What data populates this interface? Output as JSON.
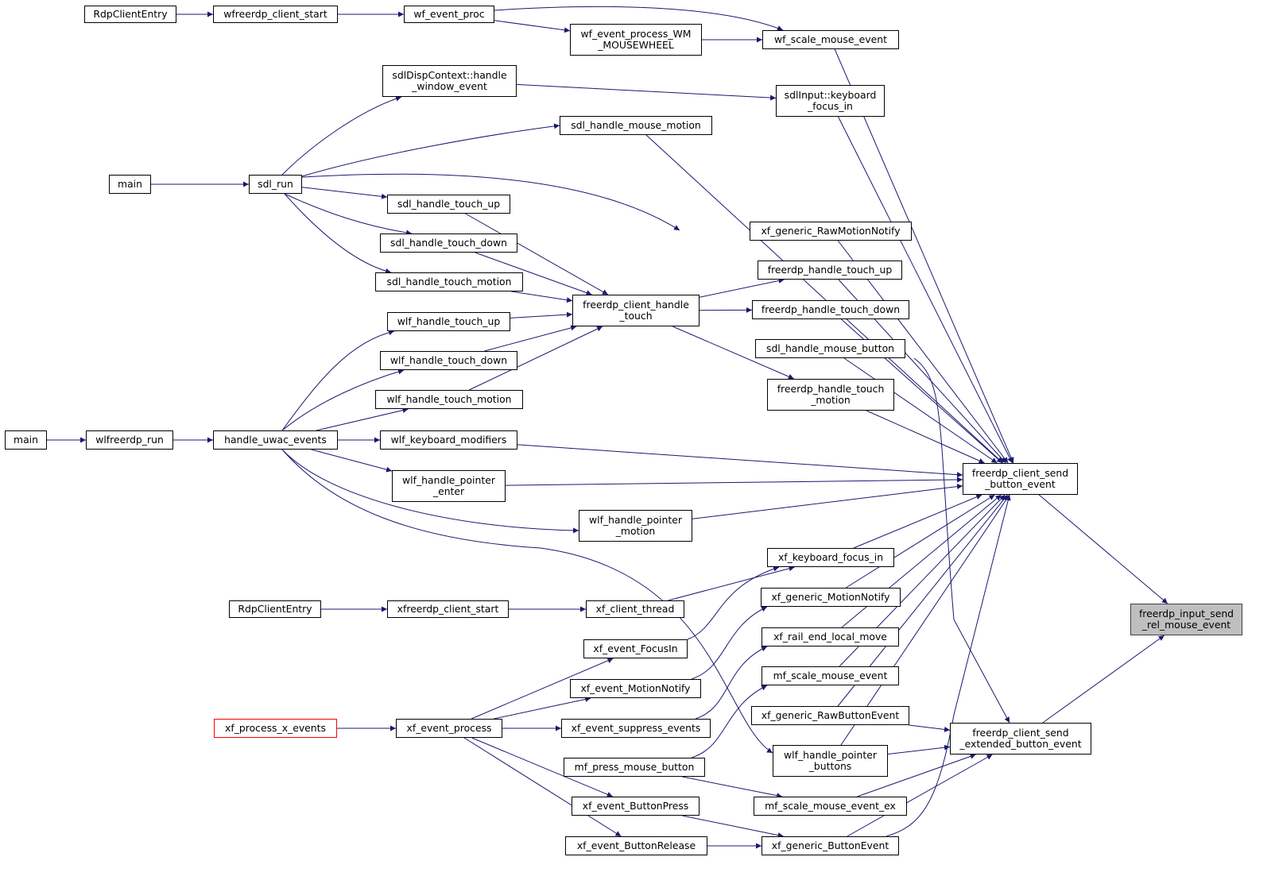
{
  "diagram": {
    "nodes": [
      {
        "id": "target",
        "lines": [
          "freerdp_input_send",
          "_rel_mouse_event"
        ],
        "style": "target"
      },
      {
        "id": "send_button",
        "lines": [
          "freerdp_client_send",
          "_button_event"
        ]
      },
      {
        "id": "send_ext",
        "lines": [
          "freerdp_client_send",
          "_extended_button_event"
        ]
      },
      {
        "id": "rdp_entry1",
        "lines": [
          "RdpClientEntry"
        ]
      },
      {
        "id": "wfreerdp_start",
        "lines": [
          "wfreerdp_client_start"
        ]
      },
      {
        "id": "wf_event_proc",
        "lines": [
          "wf_event_proc"
        ]
      },
      {
        "id": "wf_wheel",
        "lines": [
          "wf_event_process_WM",
          "_MOUSEWHEEL"
        ]
      },
      {
        "id": "wf_scale",
        "lines": [
          "wf_scale_mouse_event"
        ]
      },
      {
        "id": "sdl_disp",
        "lines": [
          "sdlDispContext::handle",
          "_window_event"
        ]
      },
      {
        "id": "sdl_kbd",
        "lines": [
          "sdlInput::keyboard",
          "_focus_in"
        ]
      },
      {
        "id": "sdl_motion",
        "lines": [
          "sdl_handle_mouse_motion"
        ]
      },
      {
        "id": "main1",
        "lines": [
          "main"
        ]
      },
      {
        "id": "sdl_run",
        "lines": [
          "sdl_run"
        ]
      },
      {
        "id": "sdl_touch_up",
        "lines": [
          "sdl_handle_touch_up"
        ]
      },
      {
        "id": "sdl_touch_down",
        "lines": [
          "sdl_handle_touch_down"
        ]
      },
      {
        "id": "sdl_touch_motion",
        "lines": [
          "sdl_handle_touch_motion"
        ]
      },
      {
        "id": "fc_handle_touch",
        "lines": [
          "freerdp_client_handle",
          "_touch"
        ]
      },
      {
        "id": "wlf_touch_up",
        "lines": [
          "wlf_handle_touch_up"
        ]
      },
      {
        "id": "wlf_touch_down",
        "lines": [
          "wlf_handle_touch_down"
        ]
      },
      {
        "id": "wlf_touch_motion",
        "lines": [
          "wlf_handle_touch_motion"
        ]
      },
      {
        "id": "xf_raw_motion",
        "lines": [
          "xf_generic_RawMotionNotify"
        ]
      },
      {
        "id": "fh_touch_up",
        "lines": [
          "freerdp_handle_touch_up"
        ]
      },
      {
        "id": "fh_touch_down",
        "lines": [
          "freerdp_handle_touch_down"
        ]
      },
      {
        "id": "sdl_mouse_button",
        "lines": [
          "sdl_handle_mouse_button"
        ]
      },
      {
        "id": "fh_touch_motion",
        "lines": [
          "freerdp_handle_touch",
          "_motion"
        ]
      },
      {
        "id": "main2",
        "lines": [
          "main"
        ]
      },
      {
        "id": "wlfreerdp_run",
        "lines": [
          "wlfreerdp_run"
        ]
      },
      {
        "id": "handle_uwac",
        "lines": [
          "handle_uwac_events"
        ]
      },
      {
        "id": "wlf_kbd_mod",
        "lines": [
          "wlf_keyboard_modifiers"
        ]
      },
      {
        "id": "wlf_ptr_enter",
        "lines": [
          "wlf_handle_pointer",
          "_enter"
        ]
      },
      {
        "id": "wlf_ptr_motion",
        "lines": [
          "wlf_handle_pointer",
          "_motion"
        ]
      },
      {
        "id": "xf_kbd_focus",
        "lines": [
          "xf_keyboard_focus_in"
        ]
      },
      {
        "id": "xf_gen_motion",
        "lines": [
          "xf_generic_MotionNotify"
        ]
      },
      {
        "id": "rdp_entry2",
        "lines": [
          "RdpClientEntry"
        ]
      },
      {
        "id": "xfreerdp_start",
        "lines": [
          "xfreerdp_client_start"
        ]
      },
      {
        "id": "xf_client_thread",
        "lines": [
          "xf_client_thread"
        ]
      },
      {
        "id": "xf_rail_move",
        "lines": [
          "xf_rail_end_local_move"
        ]
      },
      {
        "id": "xf_focusin",
        "lines": [
          "xf_event_FocusIn"
        ]
      },
      {
        "id": "mf_scale",
        "lines": [
          "mf_scale_mouse_event"
        ]
      },
      {
        "id": "xf_motion_notify",
        "lines": [
          "xf_event_MotionNotify"
        ]
      },
      {
        "id": "xf_raw_button",
        "lines": [
          "xf_generic_RawButtonEvent"
        ]
      },
      {
        "id": "xf_process_x",
        "lines": [
          "xf_process_x_events"
        ],
        "style": "incomplete"
      },
      {
        "id": "xf_event_process",
        "lines": [
          "xf_event_process"
        ]
      },
      {
        "id": "xf_suppress",
        "lines": [
          "xf_event_suppress_events"
        ]
      },
      {
        "id": "wlf_ptr_buttons",
        "lines": [
          "wlf_handle_pointer",
          "_buttons"
        ]
      },
      {
        "id": "mf_press",
        "lines": [
          "mf_press_mouse_button"
        ]
      },
      {
        "id": "xf_btn_press",
        "lines": [
          "xf_event_ButtonPress"
        ]
      },
      {
        "id": "mf_scale_ex",
        "lines": [
          "mf_scale_mouse_event_ex"
        ]
      },
      {
        "id": "xf_btn_release",
        "lines": [
          "xf_event_ButtonRelease"
        ]
      },
      {
        "id": "xf_gen_button",
        "lines": [
          "xf_generic_ButtonEvent"
        ]
      }
    ],
    "edges": [
      [
        "rdp_entry1",
        "wfreerdp_start"
      ],
      [
        "wfreerdp_start",
        "wf_event_proc"
      ],
      [
        "wf_event_proc",
        "wf_wheel"
      ],
      [
        "wf_event_proc",
        "wf_scale"
      ],
      [
        "wf_wheel",
        "wf_scale"
      ],
      [
        "wf_scale",
        "send_button"
      ],
      [
        "sdl_disp",
        "sdl_kbd"
      ],
      [
        "sdl_kbd",
        "send_button"
      ],
      [
        "sdl_motion",
        "send_button"
      ],
      [
        "main1",
        "sdl_run"
      ],
      [
        "sdl_run",
        "sdl_disp"
      ],
      [
        "sdl_run",
        "sdl_motion"
      ],
      [
        "sdl_run",
        "sdl_touch_up"
      ],
      [
        "sdl_run",
        "sdl_touch_down"
      ],
      [
        "sdl_run",
        "sdl_touch_motion"
      ],
      [
        "sdl_run",
        "sdl_mouse_button"
      ],
      [
        "sdl_touch_up",
        "fc_handle_touch"
      ],
      [
        "sdl_touch_down",
        "fc_handle_touch"
      ],
      [
        "sdl_touch_motion",
        "fc_handle_touch"
      ],
      [
        "wlf_touch_up",
        "fc_handle_touch"
      ],
      [
        "wlf_touch_down",
        "fc_handle_touch"
      ],
      [
        "wlf_touch_motion",
        "fc_handle_touch"
      ],
      [
        "fc_handle_touch",
        "fh_touch_up"
      ],
      [
        "fc_handle_touch",
        "fh_touch_down"
      ],
      [
        "fc_handle_touch",
        "fh_touch_motion"
      ],
      [
        "xf_raw_motion",
        "send_button"
      ],
      [
        "fh_touch_up",
        "send_button"
      ],
      [
        "fh_touch_down",
        "send_button"
      ],
      [
        "sdl_mouse_button",
        "send_button"
      ],
      [
        "sdl_mouse_button",
        "send_ext"
      ],
      [
        "fh_touch_motion",
        "send_button"
      ],
      [
        "main2",
        "wlfreerdp_run"
      ],
      [
        "wlfreerdp_run",
        "handle_uwac"
      ],
      [
        "handle_uwac",
        "wlf_touch_up"
      ],
      [
        "handle_uwac",
        "wlf_touch_down"
      ],
      [
        "handle_uwac",
        "wlf_touch_motion"
      ],
      [
        "handle_uwac",
        "wlf_kbd_mod"
      ],
      [
        "handle_uwac",
        "wlf_ptr_enter"
      ],
      [
        "handle_uwac",
        "wlf_ptr_motion"
      ],
      [
        "handle_uwac",
        "wlf_ptr_buttons"
      ],
      [
        "wlf_kbd_mod",
        "send_button"
      ],
      [
        "wlf_ptr_enter",
        "send_button"
      ],
      [
        "wlf_ptr_motion",
        "send_button"
      ],
      [
        "xf_kbd_focus",
        "send_button"
      ],
      [
        "xf_gen_motion",
        "send_button"
      ],
      [
        "xf_rail_move",
        "send_button"
      ],
      [
        "mf_scale",
        "send_button"
      ],
      [
        "xf_raw_button",
        "send_button"
      ],
      [
        "xf_raw_button",
        "send_ext"
      ],
      [
        "wlf_ptr_buttons",
        "send_button"
      ],
      [
        "wlf_ptr_buttons",
        "send_ext"
      ],
      [
        "xf_gen_button",
        "send_button"
      ],
      [
        "xf_gen_button",
        "send_ext"
      ],
      [
        "mf_scale_ex",
        "send_ext"
      ],
      [
        "rdp_entry2",
        "xfreerdp_start"
      ],
      [
        "xfreerdp_start",
        "xf_client_thread"
      ],
      [
        "xf_client_thread",
        "xf_kbd_focus"
      ],
      [
        "xf_focusin",
        "xf_kbd_focus"
      ],
      [
        "xf_motion_notify",
        "xf_gen_motion"
      ],
      [
        "xf_suppress",
        "xf_rail_move"
      ],
      [
        "mf_press",
        "mf_scale"
      ],
      [
        "mf_press",
        "mf_scale_ex"
      ],
      [
        "xf_btn_press",
        "xf_gen_button"
      ],
      [
        "xf_btn_release",
        "xf_gen_button"
      ],
      [
        "xf_process_x",
        "xf_event_process"
      ],
      [
        "xf_event_process",
        "xf_focusin"
      ],
      [
        "xf_event_process",
        "xf_motion_notify"
      ],
      [
        "xf_event_process",
        "xf_suppress"
      ],
      [
        "xf_event_process",
        "xf_btn_press"
      ],
      [
        "xf_event_process",
        "xf_btn_release"
      ],
      [
        "send_button",
        "target"
      ],
      [
        "send_ext",
        "target"
      ]
    ],
    "colors": {
      "edge": "#191970",
      "node_border": "#000000",
      "target_fill": "#bfbfbf",
      "target_border": "#404040",
      "incomplete_border": "#ff0000"
    }
  }
}
